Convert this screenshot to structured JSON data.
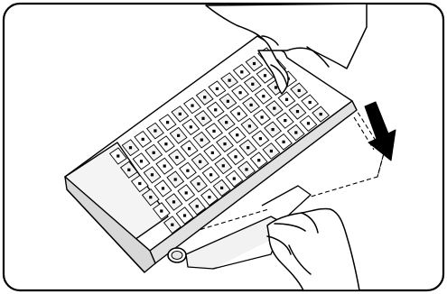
{
  "illustration": {
    "subject": "keyboard-tilt-adjustment",
    "motion_direction": "down-right",
    "key_rows": 6,
    "key_columns": 13
  },
  "colors": {
    "line": "#000000",
    "background": "#ffffff",
    "keyboard_fill": "#e9e9e9",
    "keyboard_shade": "#d3d3d3",
    "border": "#000000"
  }
}
